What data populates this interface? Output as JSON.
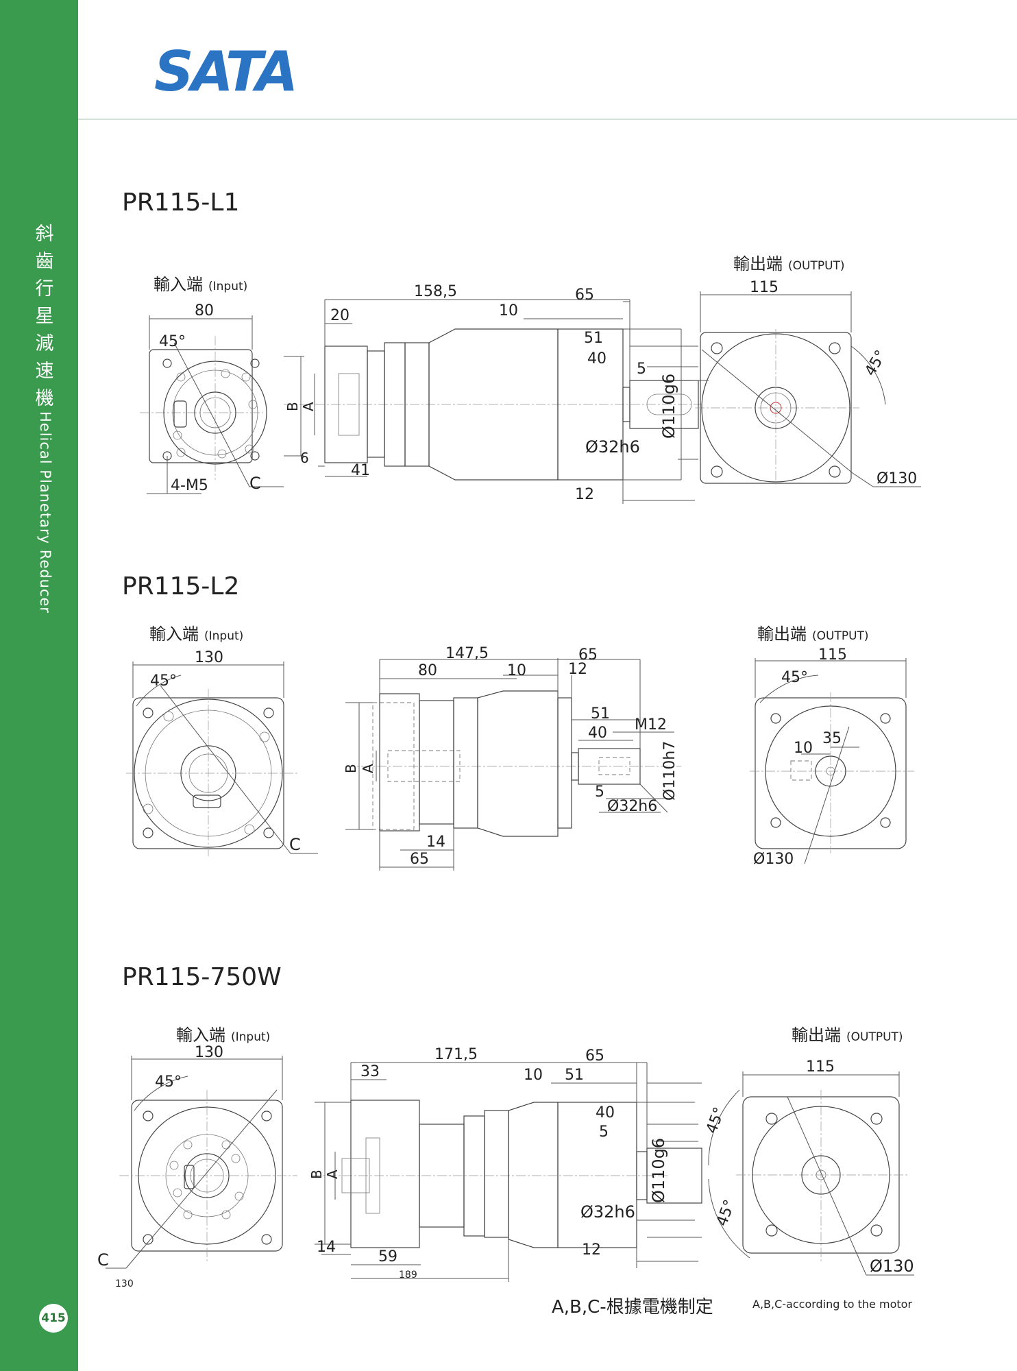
{
  "sidebar": {
    "chinese_chars": [
      "斜",
      "齒",
      "行",
      "星",
      "減",
      "速",
      "機"
    ],
    "english_title": "Helical Planetary Reducer",
    "page_number": "415",
    "color": "#3a9a4e"
  },
  "header": {
    "logo_text": "SATA",
    "logo_color": "#2b74c4"
  },
  "sections": [
    {
      "model": "PR115-L1",
      "input_label": "輸入端",
      "input_sub": "(Input)",
      "output_label": "輸出端",
      "output_sub": "(OUTPUT)",
      "dims": {
        "in_width": "80",
        "in_angle": "45°",
        "in_hole": "4-M5",
        "in_c": "C",
        "overall": "158,5",
        "d20": "20",
        "d10": "10",
        "d65": "65",
        "d51": "51",
        "d40": "40",
        "d5": "5",
        "shaft_fit": "Ø110g6",
        "shaft_dia": "Ø32h6",
        "d12": "12",
        "d6": "6",
        "d41": "41",
        "b": "B",
        "a": "A",
        "out_width": "115",
        "out_angle": "45°",
        "out_pcd": "Ø130"
      }
    },
    {
      "model": "PR115-L2",
      "input_label": "輸入端",
      "input_sub": "(Input)",
      "output_label": "輸出端",
      "output_sub": "(OUTPUT)",
      "dims": {
        "in_width": "130",
        "in_angle": "45°",
        "in_c": "C",
        "overall": "147,5",
        "d80": "80",
        "d10": "10",
        "d65": "65",
        "d12": "12",
        "d51": "51",
        "d40": "40",
        "m12": "M12",
        "shaft_fit": "Ø110h7",
        "d5": "5",
        "shaft_dia": "Ø32h6",
        "d14": "14",
        "d65b": "65",
        "b": "B",
        "a": "A",
        "out_width": "115",
        "out_angle": "45°",
        "d10o": "10",
        "d35": "35",
        "out_pcd": "Ø130"
      }
    },
    {
      "model": "PR115-750W",
      "input_label": "輸入端",
      "input_sub": "(Input)",
      "output_label": "輸出端",
      "output_sub": "(OUTPUT)",
      "dims": {
        "in_width": "130",
        "in_angle": "45°",
        "in_c": "C",
        "overall": "171,5",
        "d33": "33",
        "d10": "10",
        "d65": "65",
        "d51": "51",
        "d40": "40",
        "d5": "5",
        "shaft_fit": "Ø110g6",
        "shaft_dia": "Ø32h6",
        "d12": "12",
        "d14": "14",
        "d59": "59",
        "b": "B",
        "a": "A",
        "out_width": "115",
        "out_angle1": "45°",
        "out_angle2": "45°",
        "out_pcd": "Ø130",
        "small_130": "130",
        "small_189": "189"
      }
    }
  ],
  "footer": {
    "note_cn": "A,B,C-根據電機制定",
    "note_en": "A,B,C-according to the motor"
  }
}
